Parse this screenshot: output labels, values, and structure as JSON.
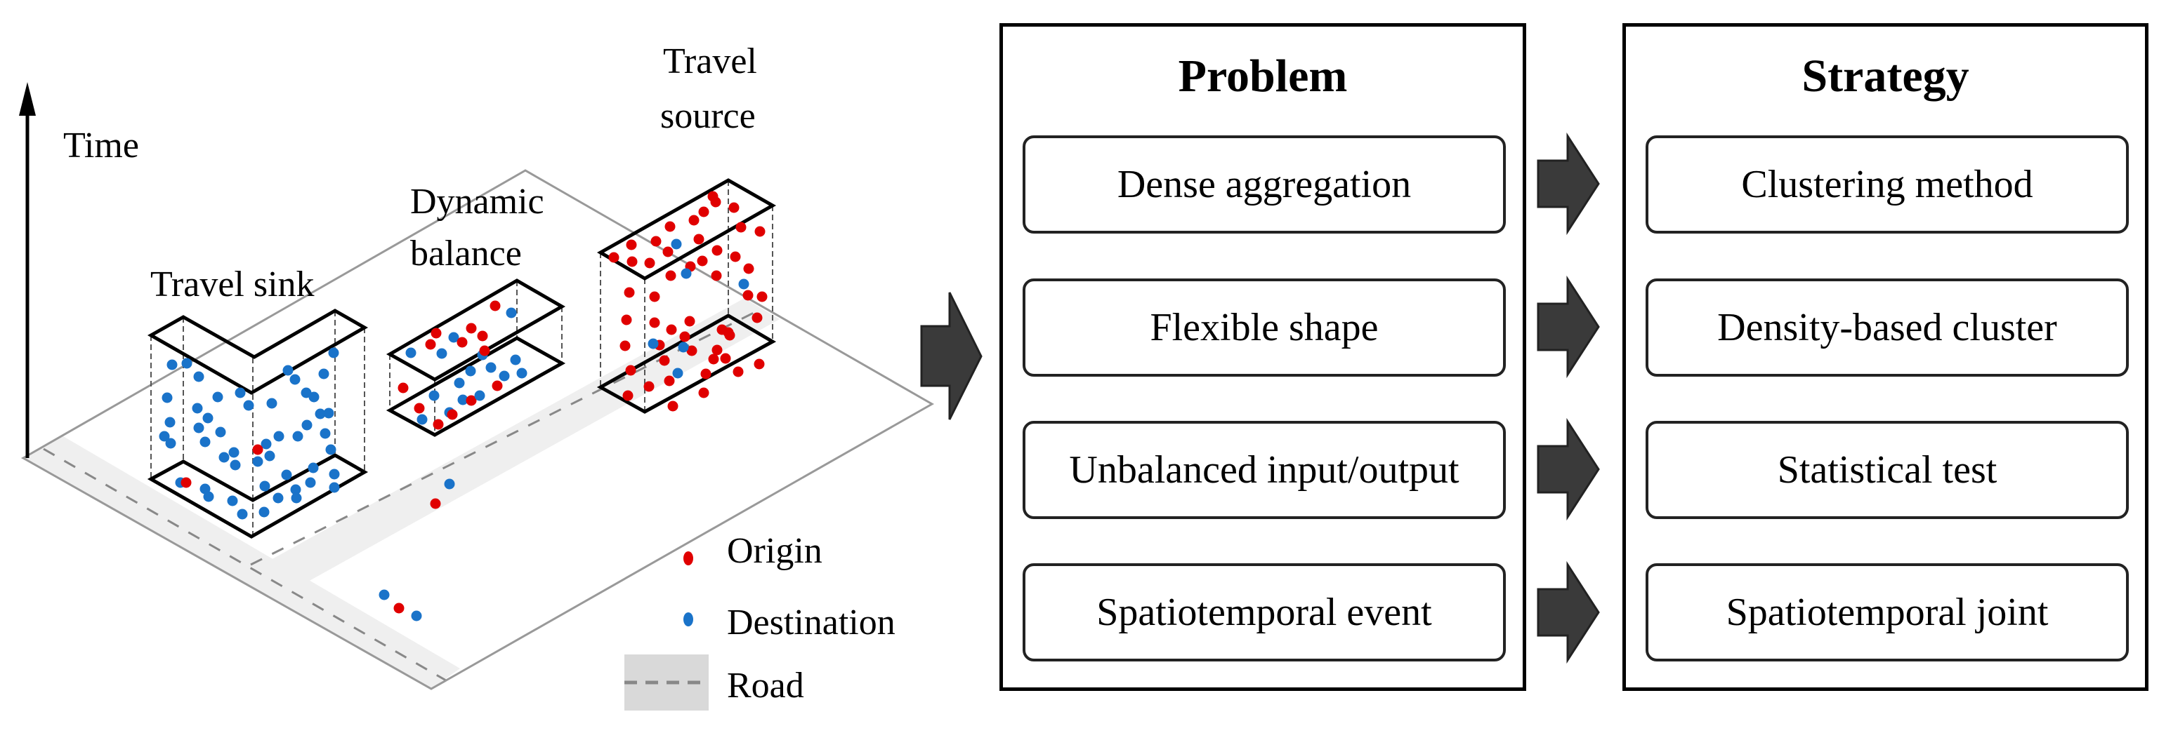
{
  "diagram": {
    "axis_label": "Time",
    "scenes": {
      "travel_sink": "Travel sink",
      "dynamic_balance_line1": "Dynamic",
      "dynamic_balance_line2": "balance",
      "travel_source_line1": "Travel",
      "travel_source_line2": "source"
    },
    "legend": {
      "origin": "Origin",
      "destination": "Destination",
      "road": "Road"
    },
    "colors": {
      "origin": "#e00000",
      "destination": "#1a73c9",
      "road": "#efefef",
      "plane_edge": "#999999",
      "arrow": "#3a3a3a"
    }
  },
  "problem": {
    "title": "Problem",
    "items": [
      "Dense aggregation",
      "Flexible shape",
      "Unbalanced input/output",
      "Spatiotemporal event"
    ]
  },
  "strategy": {
    "title": "Strategy",
    "items": [
      "Clustering method",
      "Density-based cluster",
      "Statistical test",
      "Spatiotemporal joint"
    ]
  }
}
